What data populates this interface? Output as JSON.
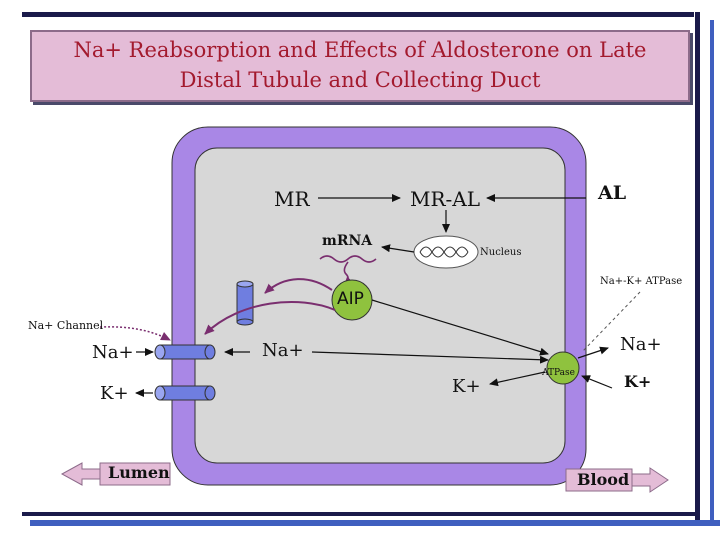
{
  "title": {
    "line1": "Na+ Reabsorption and Effects of Aldosterone on Late",
    "line2": "Distal Tubule and Collecting Duct"
  },
  "labels": {
    "mr": "MR",
    "mr_al": "MR-AL",
    "al": "AL",
    "mrna": "mRNA",
    "nucleus": "Nucleus",
    "aip": "AIP",
    "na_k_atpase": "Na+-K+ ATPase",
    "na_channel": "Na+ Channel",
    "na_left": "Na+",
    "na_middle": "Na+",
    "na_right": "Na+",
    "k_left": "K+",
    "k_middle": "K+",
    "k_right": "K+",
    "atpase": "ATPase",
    "lumen": "Lumen",
    "blood": "Blood"
  },
  "colors": {
    "membrane": "#a987e6",
    "cell_interior": "#d7d7d7",
    "aip_fill": "#8fc23e",
    "channel_blue": "#6f7ee0",
    "arrow_purple": "#7a2e6f",
    "title_bg": "#e4bcd7",
    "title_text": "#a31a2e"
  }
}
